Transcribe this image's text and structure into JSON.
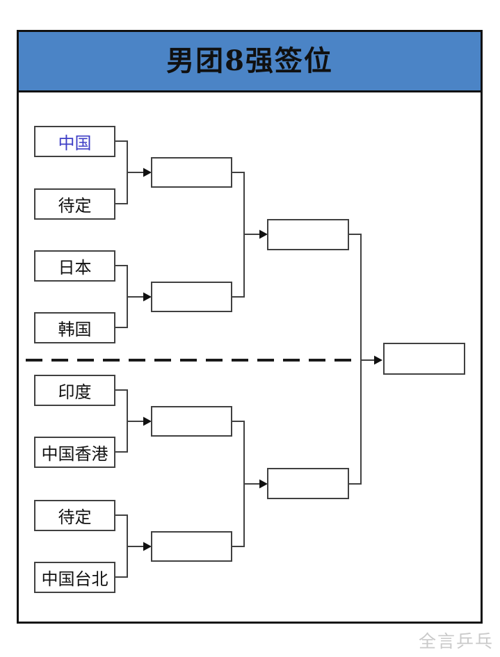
{
  "title": "男团8强签位",
  "watermark": "全言乒乓",
  "colors": {
    "background": "#ffffff",
    "header_bg": "#4b84c6",
    "frame_border": "#111111",
    "box_border": "#404040",
    "line": "#404040",
    "dashed_line": "#1a1a1a",
    "arrow": "#111111",
    "team_text": "#111111",
    "highlight_team_text": "#3d3dc6",
    "watermark_text": "#c9c9c9"
  },
  "bracket": {
    "teams": [
      {
        "label": "中国",
        "highlighted": true
      },
      {
        "label": "待定",
        "highlighted": false
      },
      {
        "label": "日本",
        "highlighted": false
      },
      {
        "label": "韩国",
        "highlighted": false
      },
      {
        "label": "印度",
        "highlighted": false
      },
      {
        "label": "中国香港",
        "highlighted": false
      },
      {
        "label": "待定",
        "highlighted": false
      },
      {
        "label": "中国台北",
        "highlighted": false
      }
    ],
    "empty_match_boxes": {
      "quarterfinal_winner_slots": 4,
      "semifinal_winner_slots": 2,
      "final_winner_slots": 1
    }
  }
}
